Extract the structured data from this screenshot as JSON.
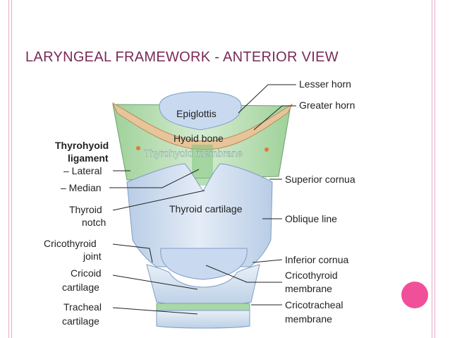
{
  "slide": {
    "title": "LARYNGEAL FRAMEWORK - ANTERIOR VIEW"
  },
  "labels": {
    "lesser_horn": "Lesser horn",
    "greater_horn": "Greater horn",
    "epiglottis": "Epiglottis",
    "hyoid_bone": "Hyoid bone",
    "thyrohyoid_membrane": "Thyrohyoid membrane",
    "thyrohyoid_ligament_1": "Thyrohyoid",
    "thyrohyoid_ligament_2": "ligament",
    "lateral": "– Lateral",
    "median": "– Median",
    "superior_cornua": "Superior cornua",
    "thyroid_notch_1": "Thyroid",
    "thyroid_notch_2": "notch",
    "thyroid_cartilage": "Thyroid cartilage",
    "oblique_line": "Oblique line",
    "cricothyroid_joint_1": "Cricothyroid",
    "cricothyroid_joint_2": "joint",
    "inferior_cornua": "Inferior cornua",
    "cricoid_cartilage_1": "Cricoid",
    "cricoid_cartilage_2": "cartilage",
    "cricothyroid_membrane_1": "Cricothyroid",
    "cricothyroid_membrane_2": "membrane",
    "tracheal_cartilage_1": "Tracheal",
    "tracheal_cartilage_2": "cartilage",
    "cricotracheal_membrane_1": "Cricotracheal",
    "cricotracheal_membrane_2": "membrane"
  },
  "colors": {
    "accent_dot": "#f0509a",
    "title": "#7a2a55",
    "cartilage": "#d6e3f2",
    "membrane": "#a8d8a8",
    "hyoid": "#e8c49a"
  }
}
